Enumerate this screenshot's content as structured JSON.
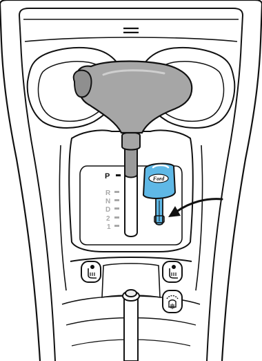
{
  "gear_positions": {
    "park": "P",
    "reverse": "R",
    "neutral": "N",
    "drive": "D",
    "second": "2",
    "first": "1"
  },
  "active_gear": "P",
  "key": {
    "brand_mark": "Ford",
    "color": "#5fb8e6"
  },
  "colors": {
    "shift_knob": "#a6a6a6",
    "inactive_labels": "#a8a8a8",
    "outline": "#111111"
  },
  "icons": {
    "left_seat_heater": "seat-heater-icon",
    "right_seat_heater": "seat-heater-icon",
    "rear_defrost": "rear-defrost-icon",
    "arrow": "insert-arrow-icon"
  }
}
